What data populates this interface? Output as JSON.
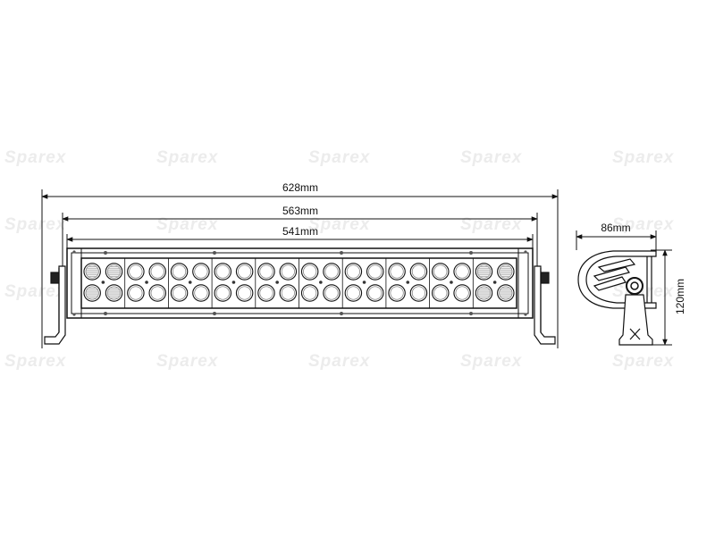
{
  "brand": {
    "watermark": "Sparex"
  },
  "colors": {
    "line": "#111111",
    "watermark": "#ececec",
    "lens": "#9a9a9a"
  },
  "front_view": {
    "overall_width": "628mm",
    "bracket_span": "563mm",
    "body_width": "541mm",
    "led_columns": 20,
    "led_rows": 2
  },
  "side_view": {
    "depth": "86mm",
    "height": "120mm"
  }
}
